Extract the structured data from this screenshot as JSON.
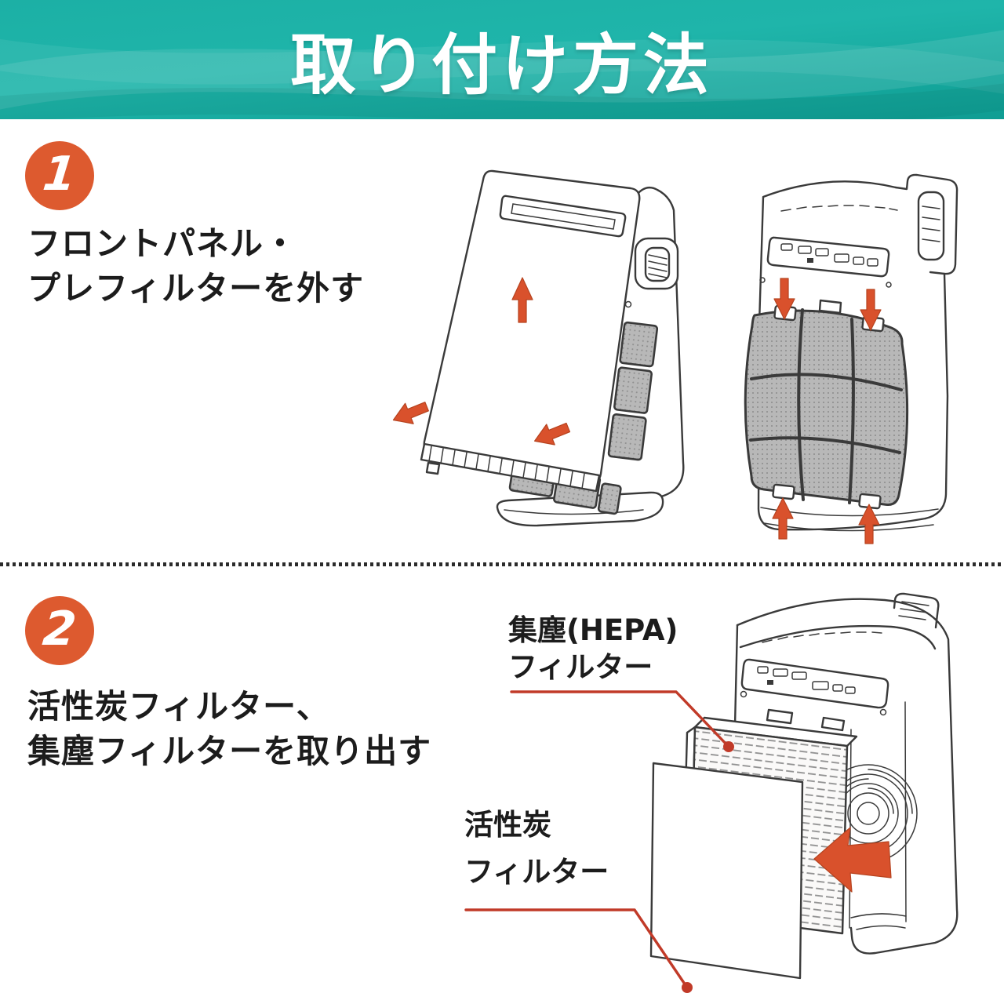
{
  "header": {
    "title": "取り付け方法"
  },
  "steps": [
    {
      "number": "1",
      "lines": [
        "フロントパネル・",
        "プレフィルターを外す"
      ]
    },
    {
      "number": "2",
      "lines": [
        "活性炭フィルター、",
        "集塵フィルターを取り出す"
      ]
    }
  ],
  "diagram_labels": {
    "hepa": {
      "line1": "集塵(HEPA)",
      "line2": "フィルター"
    },
    "carbon": {
      "line1": "活性炭",
      "line2": "フィルター"
    }
  },
  "colors": {
    "banner_teal": "#1cb0a5",
    "banner_teal_dark": "#0f9d93",
    "accent_orange": "#dd5a2f",
    "arrow_orange": "#d9512c",
    "leader_red": "#c13a28",
    "line_dark": "#3a3a3a",
    "filter_gray": "#b8b8b8",
    "text_black": "#1c1c1c"
  }
}
